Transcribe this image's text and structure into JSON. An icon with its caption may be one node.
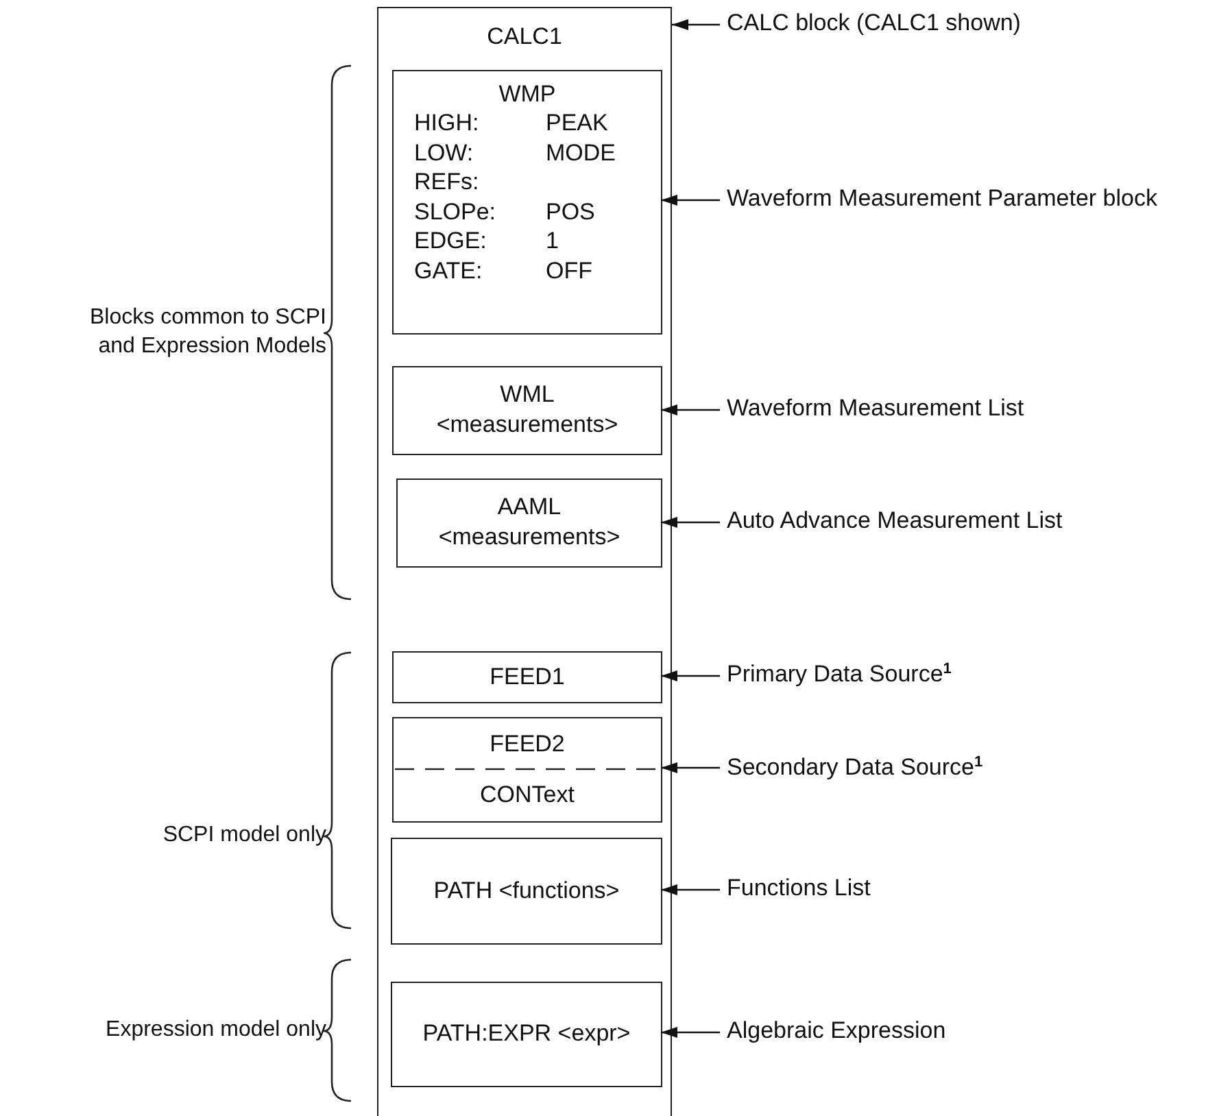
{
  "diagram": {
    "nodes": [
      {
        "text": [
          "CALC1"
        ]
      },
      {
        "text": [
          "WMP",
          "HIGH:",
          "PEAK",
          "LOW:",
          "MODE",
          "REFs:",
          "SLOPe:",
          "POS",
          "EDGE:",
          "1",
          "GATE:",
          "OFF"
        ],
        "in": 0
      },
      {
        "text": [
          "WML",
          "<measurements>"
        ],
        "in": 0
      },
      {
        "text": [
          "AAML",
          "<measurements>"
        ],
        "in": 0
      },
      {
        "text": [
          "FEED1"
        ],
        "in": 0
      },
      {
        "text": [
          "FEED2",
          "CONText"
        ],
        "in": 0
      },
      {
        "text": [
          "PATH <functions>"
        ],
        "in": 0
      },
      {
        "text": [
          "PATH:EXPR <expr>"
        ],
        "in": 0
      },
      {
        "text": [
          "CALC block (CALC1 shown)"
        ]
      },
      {
        "text": [
          "Waveform Measurement Parameter block"
        ]
      },
      {
        "text": [
          "Waveform Measurement List"
        ]
      },
      {
        "text": [
          "Auto Advance Measurement List"
        ]
      },
      {
        "text": [
          "Primary Data Source$^{1}$"
        ]
      },
      {
        "text": [
          "Secondary Data Source$^{1}$"
        ]
      },
      {
        "text": [
          "Functions List"
        ]
      },
      {
        "text": [
          "Algebraic Expression"
        ]
      }
    ],
    "edges": [
      {
        "from": 8,
        "to": 0,
        "arrow": "to"
      },
      {
        "from": 9,
        "to": 1,
        "arrow": "to"
      },
      {
        "from": 10,
        "to": 2,
        "arrow": "to"
      },
      {
        "from": 11,
        "to": 3,
        "arrow": "to"
      },
      {
        "from": 12,
        "to": 4,
        "arrow": "to"
      },
      {
        "from": 13,
        "to": 5,
        "arrow": "to"
      },
      {
        "from": 14,
        "to": 6,
        "arrow": "to"
      },
      {
        "from": 15,
        "to": 7,
        "arrow": "to"
      }
    ],
    "labels": [
      "Blocks common to SCPI and Expression Models",
      "SCPI model only",
      "Expression model only"
    ]
  }
}
